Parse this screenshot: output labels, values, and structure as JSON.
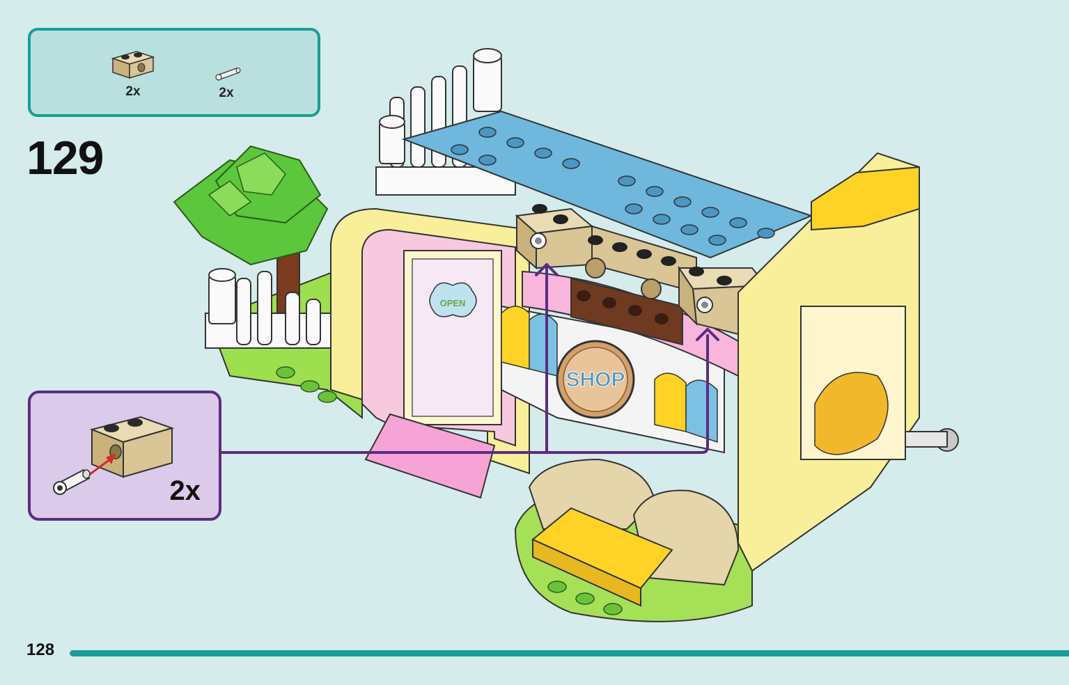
{
  "parts_list": {
    "items": [
      {
        "icon": "technic-brick-1x2-tan-icon",
        "qty": "2x"
      },
      {
        "icon": "technic-pin-white-icon",
        "qty": "2x"
      }
    ]
  },
  "step": {
    "number": "129"
  },
  "callout": {
    "qty": "2x",
    "icon": "pin-into-brick-icon"
  },
  "model": {
    "sign_text": "SHOP",
    "door_sign_text": "OPEN"
  },
  "footer": {
    "page_number": "128"
  },
  "colors": {
    "teal_accent": "#1a9d96",
    "purple_accent": "#5a2d82",
    "background": "#d6ecec",
    "parts_box_fill": "#b9e0df",
    "callout_fill": "#dccaea",
    "tan_brick": "#d9c595"
  }
}
